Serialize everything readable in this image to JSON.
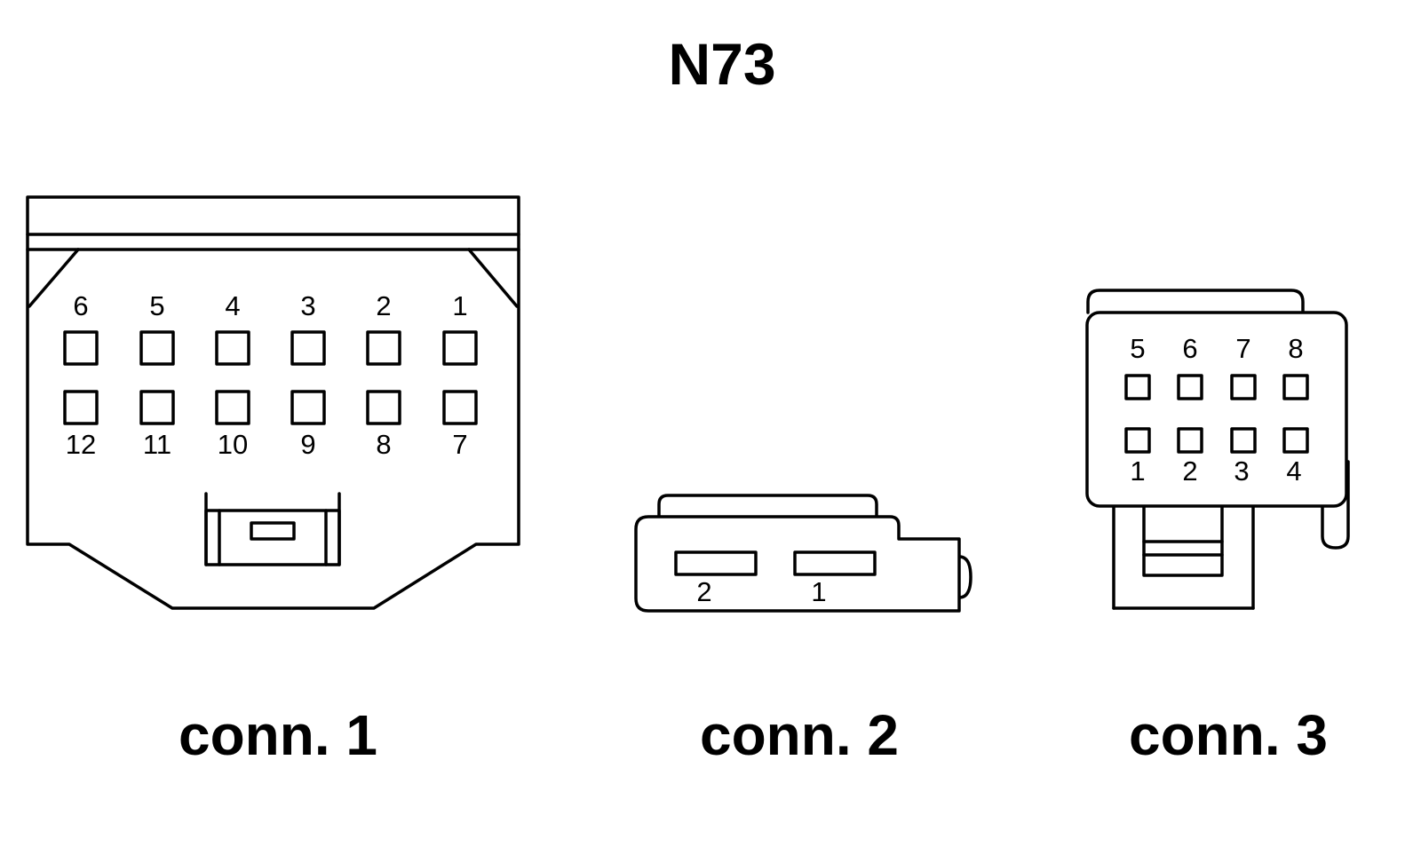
{
  "diagram": {
    "title": "N73",
    "line_color": "#000000",
    "background": "#ffffff",
    "connectors": [
      {
        "label": "conn. 1",
        "pins_top_row": [
          "6",
          "5",
          "4",
          "3",
          "2",
          "1"
        ],
        "pins_bottom_row": [
          "12",
          "11",
          "10",
          "9",
          "8",
          "7"
        ]
      },
      {
        "label": "conn. 2",
        "pins": [
          "2",
          "1"
        ]
      },
      {
        "label": "conn. 3",
        "pins_top_row": [
          "5",
          "6",
          "7",
          "8"
        ],
        "pins_bottom_row": [
          "1",
          "2",
          "3",
          "4"
        ]
      }
    ]
  }
}
